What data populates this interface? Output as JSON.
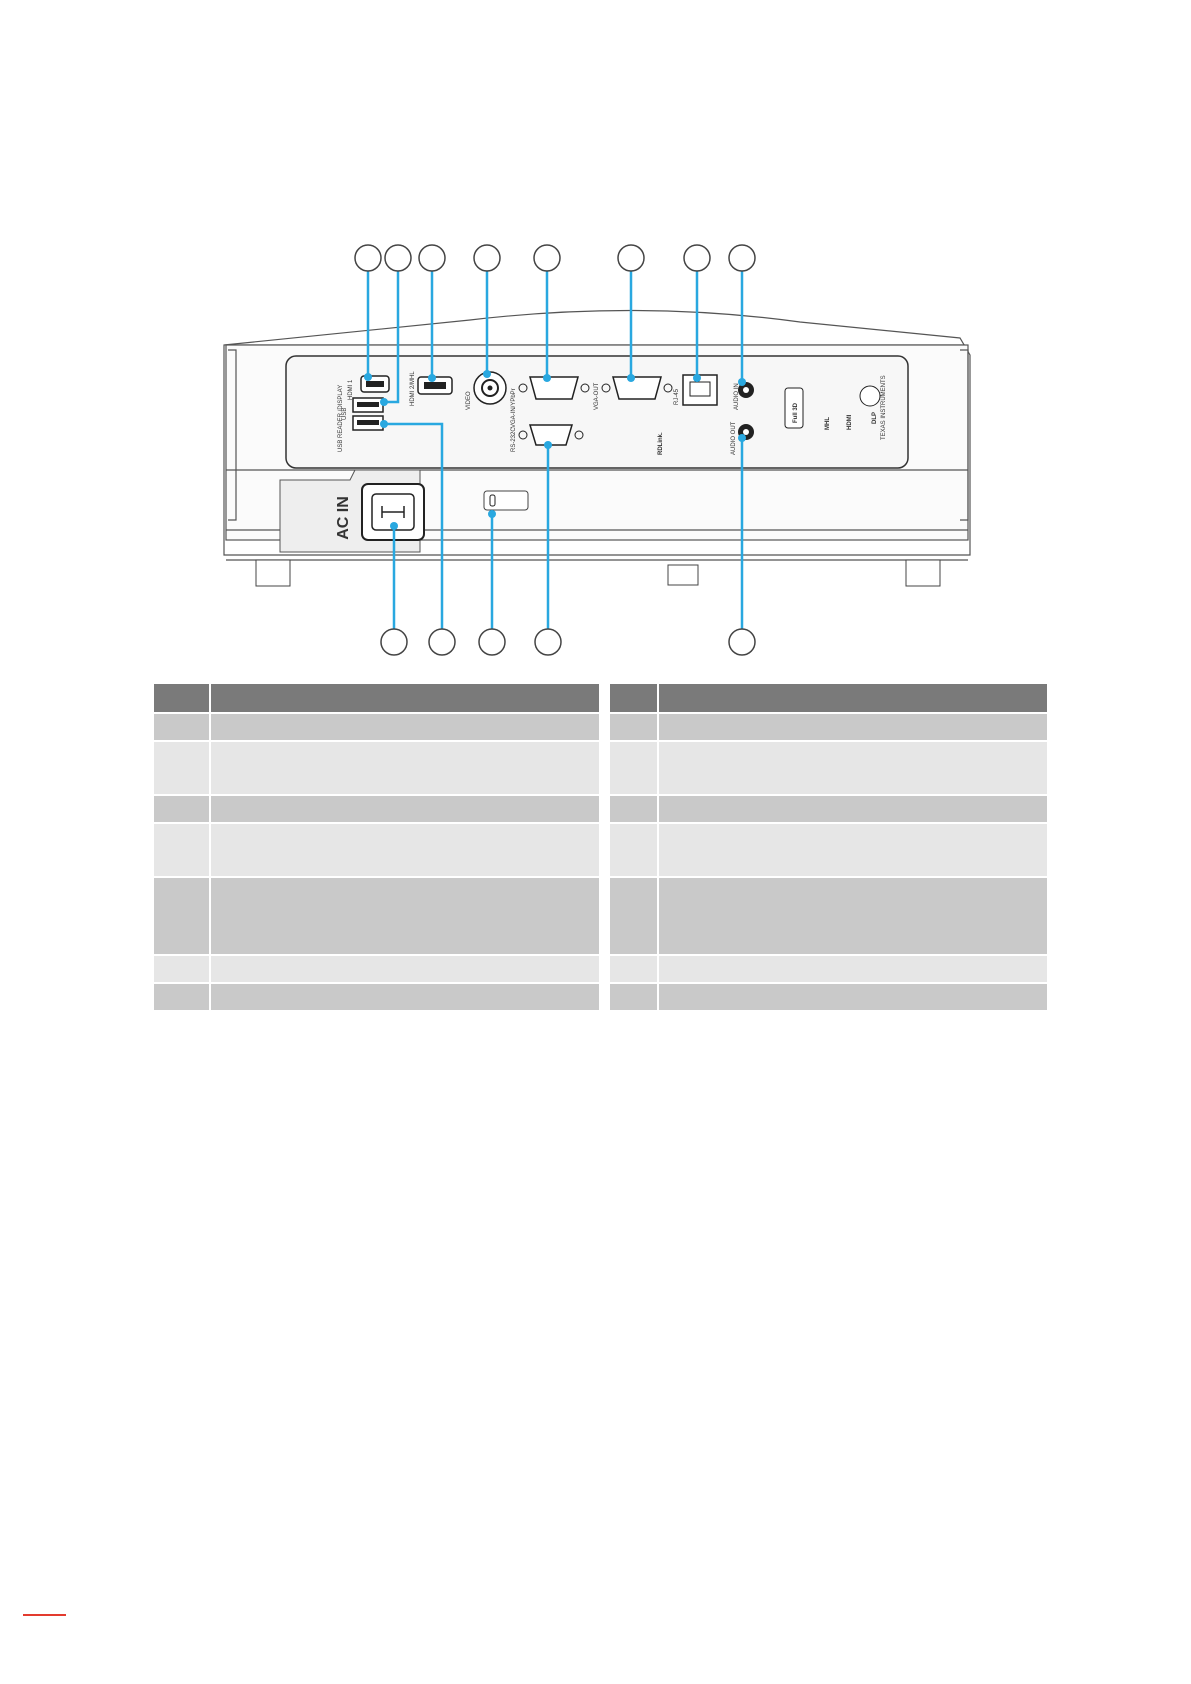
{
  "diagram": {
    "labels": {
      "hdmi1": "HDMI 1",
      "usb": "USB",
      "hdmi2_mhl": "HDMI 2/MHL",
      "video": "VIDEO",
      "vga_in": "VGA-IN/YPbPr",
      "vga_out": "VGA-OUT",
      "rj45": "RJ-45",
      "audio_in": "AUDIO IN",
      "audio_out": "AUDIO OUT",
      "usb_reader_display": "USB READER /DISPLAY",
      "rs232c": "RS-232C",
      "ac_in": "AC IN",
      "full3d": "Full 3D",
      "mhl": "MHL",
      "hdmi_logo": "HDMI",
      "dlp": "DLP",
      "texas_instruments": "TEXAS INSTRUMENTS",
      "rdlink": "RDLink."
    }
  },
  "colors": {
    "callout": "#29a8e0",
    "table_header": "#7a7a7a",
    "row_dark": "#c9c9c9",
    "row_light": "#e6e6e6",
    "footer_rule": "#e33b2e"
  }
}
